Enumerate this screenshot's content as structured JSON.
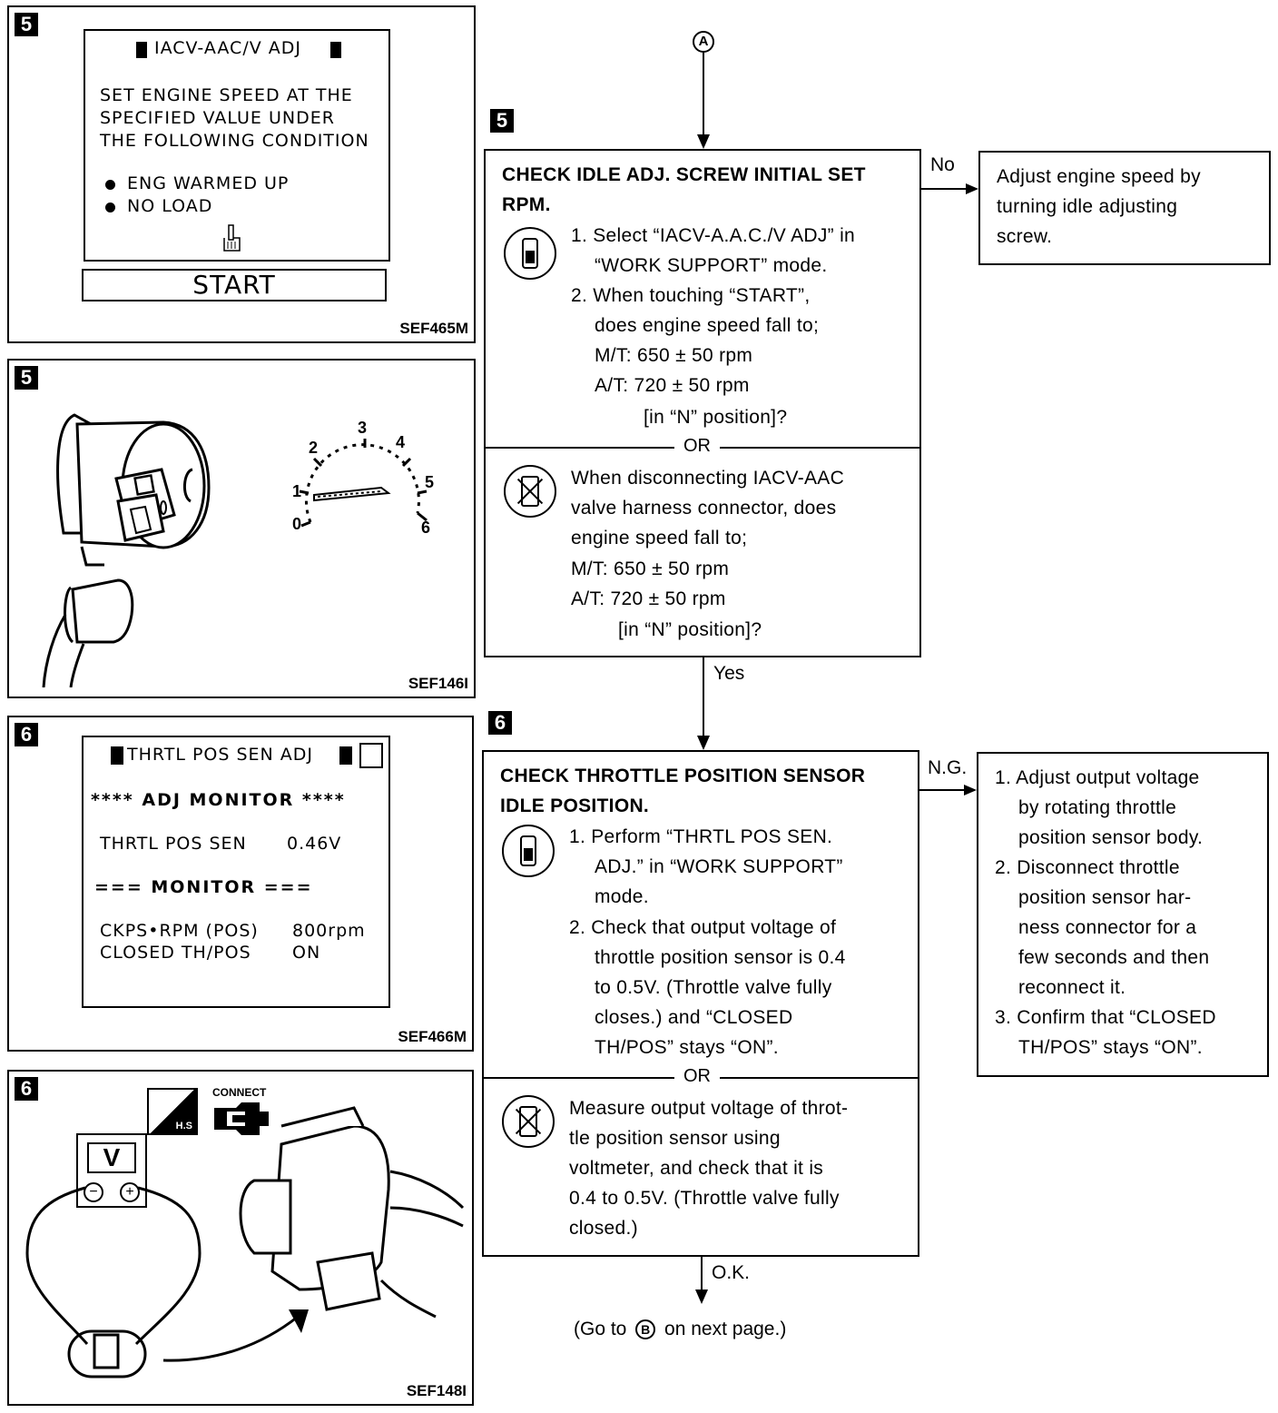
{
  "panel1": {
    "step": "5",
    "screen_title": "IACV-AAC/V ADJ",
    "lines": [
      "SET ENGINE SPEED AT THE",
      "SPECIFIED VALUE UNDER",
      "THE FOLLOWING CONDITION"
    ],
    "conditions": [
      "ENG WARMED UP",
      "NO LOAD"
    ],
    "start_button": "START",
    "code": "SEF465M"
  },
  "panel2": {
    "step": "5",
    "tach_ticks": [
      "0",
      "1",
      "2",
      "3",
      "4",
      "5",
      "6"
    ],
    "code": "SEF146I"
  },
  "panel3": {
    "step": "6",
    "screen_title": "THRTL POS SEN ADJ",
    "adj_monitor": "**** ADJ MONITOR ****",
    "sensor_label": "THRTL POS SEN",
    "sensor_value": "0.46V",
    "monitor_label": "=== MONITOR ===",
    "rows": [
      {
        "label": "CKPS•RPM (POS)",
        "value": "800rpm"
      },
      {
        "label": "CLOSED TH/POS",
        "value": "ON"
      }
    ],
    "code": "SEF466M"
  },
  "panel4": {
    "step": "6",
    "meter_label": "V",
    "connect_label": "CONNECT",
    "hs_label": "H.S",
    "code": "SEF148I"
  },
  "flow": {
    "connector_top": "A",
    "step5": {
      "badge": "5",
      "title": [
        "CHECK IDLE ADJ. SCREW INITIAL SET",
        "RPM."
      ],
      "a_lines": [
        "1. Select “IACV-A.A.C./V ADJ” in",
        "“WORK SUPPORT” mode.",
        "2. When touching “START”,",
        "does engine speed fall to;",
        "M/T: 650 ± 50 rpm",
        "A/T: 720 ± 50 rpm",
        "[in “N” position]?"
      ],
      "or": "OR",
      "b_lines": [
        "When disconnecting IACV-AAC",
        "valve harness connector, does",
        "engine speed fall to;",
        "M/T: 650 ± 50 rpm",
        "A/T: 720 ± 50 rpm",
        "[in “N” position]?"
      ],
      "no_label": "No",
      "yes_label": "Yes",
      "no_box": [
        "Adjust engine speed by",
        "turning idle adjusting",
        "screw."
      ]
    },
    "step6": {
      "badge": "6",
      "title": [
        "CHECK THROTTLE POSITION SENSOR",
        "IDLE POSITION."
      ],
      "a_lines": [
        "1. Perform “THRTL POS SEN.",
        "ADJ.” in “WORK SUPPORT”",
        "mode.",
        "2. Check that output voltage of",
        "throttle position sensor is 0.4",
        "to 0.5V. (Throttle valve fully",
        "closes.) and “CLOSED",
        "TH/POS” stays “ON”."
      ],
      "or": "OR",
      "b_lines": [
        "Measure output voltage of throt-",
        "tle position sensor using",
        "voltmeter, and check that it is",
        "0.4 to 0.5V. (Throttle valve fully",
        "closed.)"
      ],
      "ng_label": "N.G.",
      "ok_label": "O.K.",
      "ng_box": [
        "1. Adjust output voltage",
        "by rotating throttle",
        "position sensor body.",
        "2. Disconnect throttle",
        "position sensor har-",
        "ness connector for a",
        "few seconds and then",
        "reconnect it.",
        "3. Confirm that “CLOSED",
        "TH/POS” stays “ON”."
      ]
    },
    "footer_prefix": "(Go to",
    "footer_connector": "B",
    "footer_suffix": "on next page.)"
  }
}
